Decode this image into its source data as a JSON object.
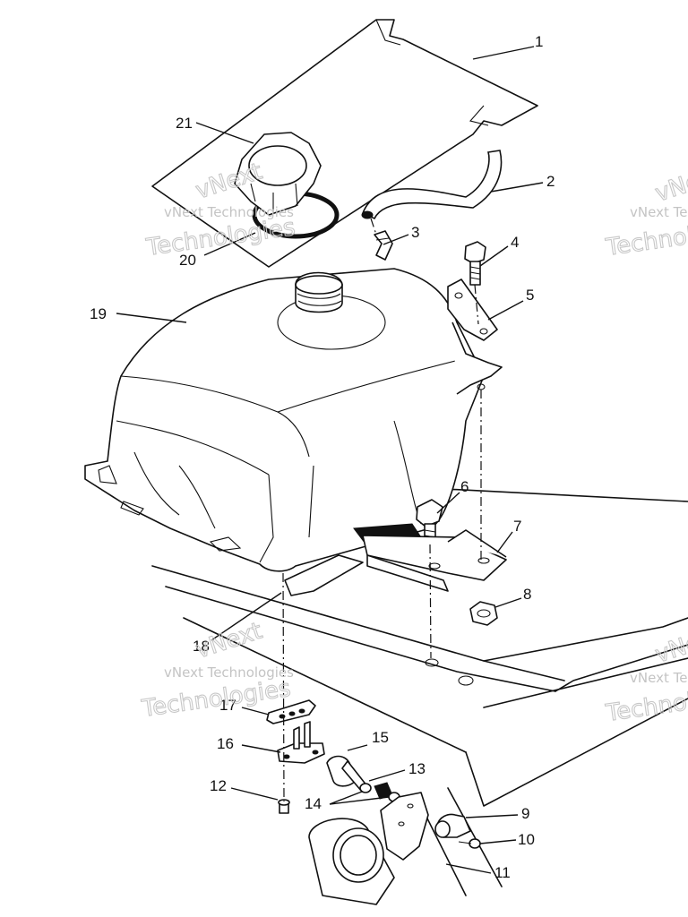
{
  "watermark": {
    "line1": "vNext Technologies",
    "line2": "Technologies",
    "line3": "vNext"
  },
  "callouts": [
    {
      "id": "1",
      "label": "1"
    },
    {
      "id": "2",
      "label": "2"
    },
    {
      "id": "3",
      "label": "3"
    },
    {
      "id": "4",
      "label": "4"
    },
    {
      "id": "5",
      "label": "5"
    },
    {
      "id": "6",
      "label": "6"
    },
    {
      "id": "7",
      "label": "7"
    },
    {
      "id": "8",
      "label": "8"
    },
    {
      "id": "9",
      "label": "9"
    },
    {
      "id": "10",
      "label": "10"
    },
    {
      "id": "11",
      "label": "11"
    },
    {
      "id": "12",
      "label": "12"
    },
    {
      "id": "13",
      "label": "13"
    },
    {
      "id": "14",
      "label": "14"
    },
    {
      "id": "15",
      "label": "15"
    },
    {
      "id": "16",
      "label": "16"
    },
    {
      "id": "17",
      "label": "17"
    },
    {
      "id": "18",
      "label": "18"
    },
    {
      "id": "19",
      "label": "19"
    },
    {
      "id": "20",
      "label": "20"
    },
    {
      "id": "21",
      "label": "21"
    }
  ]
}
